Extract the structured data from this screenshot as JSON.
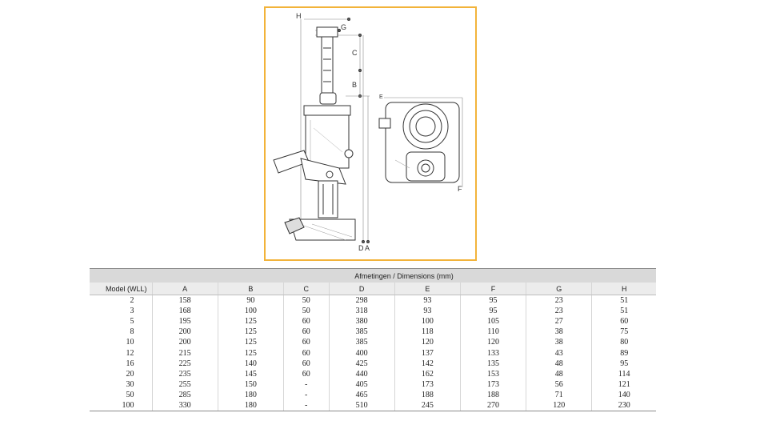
{
  "drawing": {
    "labels": {
      "H": "H",
      "G": "G",
      "C": "C",
      "B": "B",
      "E": "E",
      "F": "F",
      "D": "D",
      "A": "A"
    },
    "frame_color": "#f2b33a"
  },
  "table": {
    "group_header": "Afmetingen / Dimensions (mm)",
    "columns": [
      "Model (WLL)",
      "A",
      "B",
      "C",
      "D",
      "E",
      "F",
      "G",
      "H"
    ],
    "rows": [
      [
        "2",
        "158",
        "90",
        "50",
        "298",
        "93",
        "95",
        "23",
        "51"
      ],
      [
        "3",
        "168",
        "100",
        "50",
        "318",
        "93",
        "95",
        "23",
        "51"
      ],
      [
        "5",
        "195",
        "125",
        "60",
        "380",
        "100",
        "105",
        "27",
        "60"
      ],
      [
        "8",
        "200",
        "125",
        "60",
        "385",
        "118",
        "110",
        "38",
        "75"
      ],
      [
        "10",
        "200",
        "125",
        "60",
        "385",
        "120",
        "120",
        "38",
        "80"
      ],
      [
        "12",
        "215",
        "125",
        "60",
        "400",
        "137",
        "133",
        "43",
        "89"
      ],
      [
        "16",
        "225",
        "140",
        "60",
        "425",
        "142",
        "135",
        "48",
        "95"
      ],
      [
        "20",
        "235",
        "145",
        "60",
        "440",
        "162",
        "153",
        "48",
        "114"
      ],
      [
        "30",
        "255",
        "150",
        "-",
        "405",
        "173",
        "173",
        "56",
        "121"
      ],
      [
        "50",
        "285",
        "180",
        "-",
        "465",
        "188",
        "188",
        "71",
        "140"
      ],
      [
        "100",
        "330",
        "180",
        "-",
        "510",
        "245",
        "270",
        "120",
        "230"
      ]
    ]
  }
}
